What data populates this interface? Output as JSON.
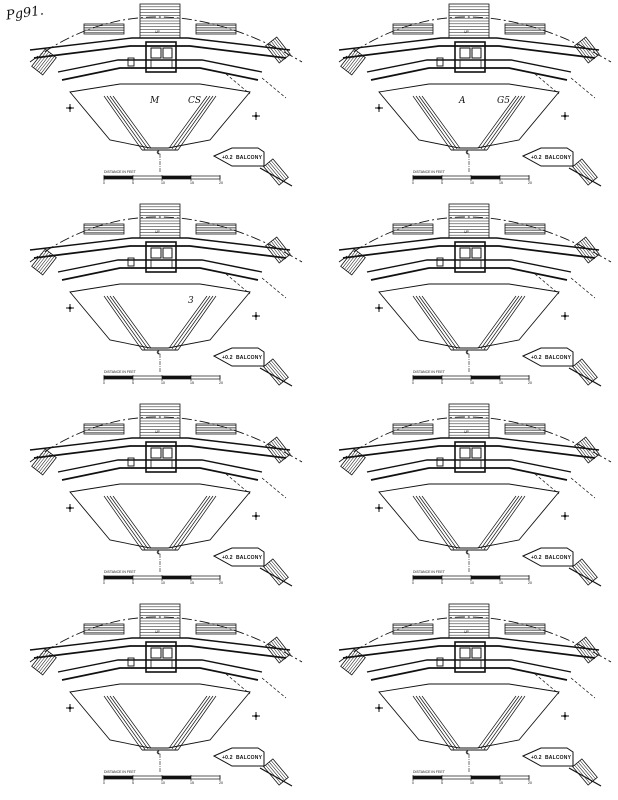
{
  "page_note": "Pg91.",
  "plan": {
    "balcony_label": "BALCONY",
    "elevation_tag": "+0.2",
    "scale_title": "DISTANCE IN FEET",
    "scale_ticks": [
      "0",
      "5",
      "10",
      "15",
      "20"
    ],
    "centerline_tag": "℄",
    "stair_label": "UP"
  },
  "panels": [
    {
      "id": "p1",
      "notes": [
        "CS",
        "M"
      ]
    },
    {
      "id": "p2",
      "notes": [
        "G5",
        "A"
      ]
    },
    {
      "id": "p3",
      "notes": [
        "3"
      ]
    },
    {
      "id": "p4",
      "notes": []
    },
    {
      "id": "p5",
      "notes": []
    },
    {
      "id": "p6",
      "notes": []
    },
    {
      "id": "p7",
      "notes": []
    },
    {
      "id": "p8",
      "notes": []
    }
  ],
  "colors": {
    "ink": "#111111",
    "paper": "#ffffff"
  }
}
